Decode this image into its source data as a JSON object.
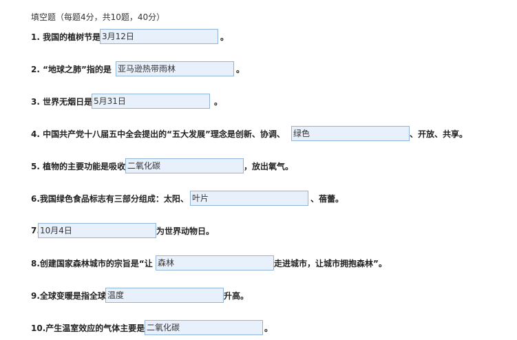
{
  "header": "填空题（每题4分，共10题，40分）",
  "questions": [
    {
      "prefix": "1. 我国的植树节是",
      "answer": "3月12日",
      "suffix": "。"
    },
    {
      "prefix": "2. “地球之肺”指的是",
      "answer": "亚马逊热带雨林",
      "suffix": "。"
    },
    {
      "prefix": "3. 世界无烟日是",
      "answer": "5月31日",
      "suffix": "。"
    },
    {
      "prefix": "4. 中国共产党十八届五中全会提出的“五大发展”理念是创新、协调、",
      "answer": "绿色",
      "suffix": "、开放、共享。"
    },
    {
      "prefix": "5. 植物的主要功能是吸收",
      "answer": "二氧化碳",
      "suffix": "，放出氧气。"
    },
    {
      "prefix": "6.我国绿色食品标志有三部分组成：太阳、",
      "answer": "叶片",
      "suffix": "、蓓蕾。"
    },
    {
      "prefix": "7.",
      "answer": "10月4日",
      "suffix": "为世界动物日。"
    },
    {
      "prefix": "8.创建国家森林城市的宗旨是“让",
      "answer": "森林",
      "suffix": "走进城市，让城市拥抱森林”。"
    },
    {
      "prefix": "9.全球变暖是指全球",
      "answer": "温度",
      "suffix": "升高。"
    },
    {
      "prefix": "10.产生温室效应的气体主要是",
      "answer": "二氧化碳",
      "suffix": "。"
    }
  ]
}
